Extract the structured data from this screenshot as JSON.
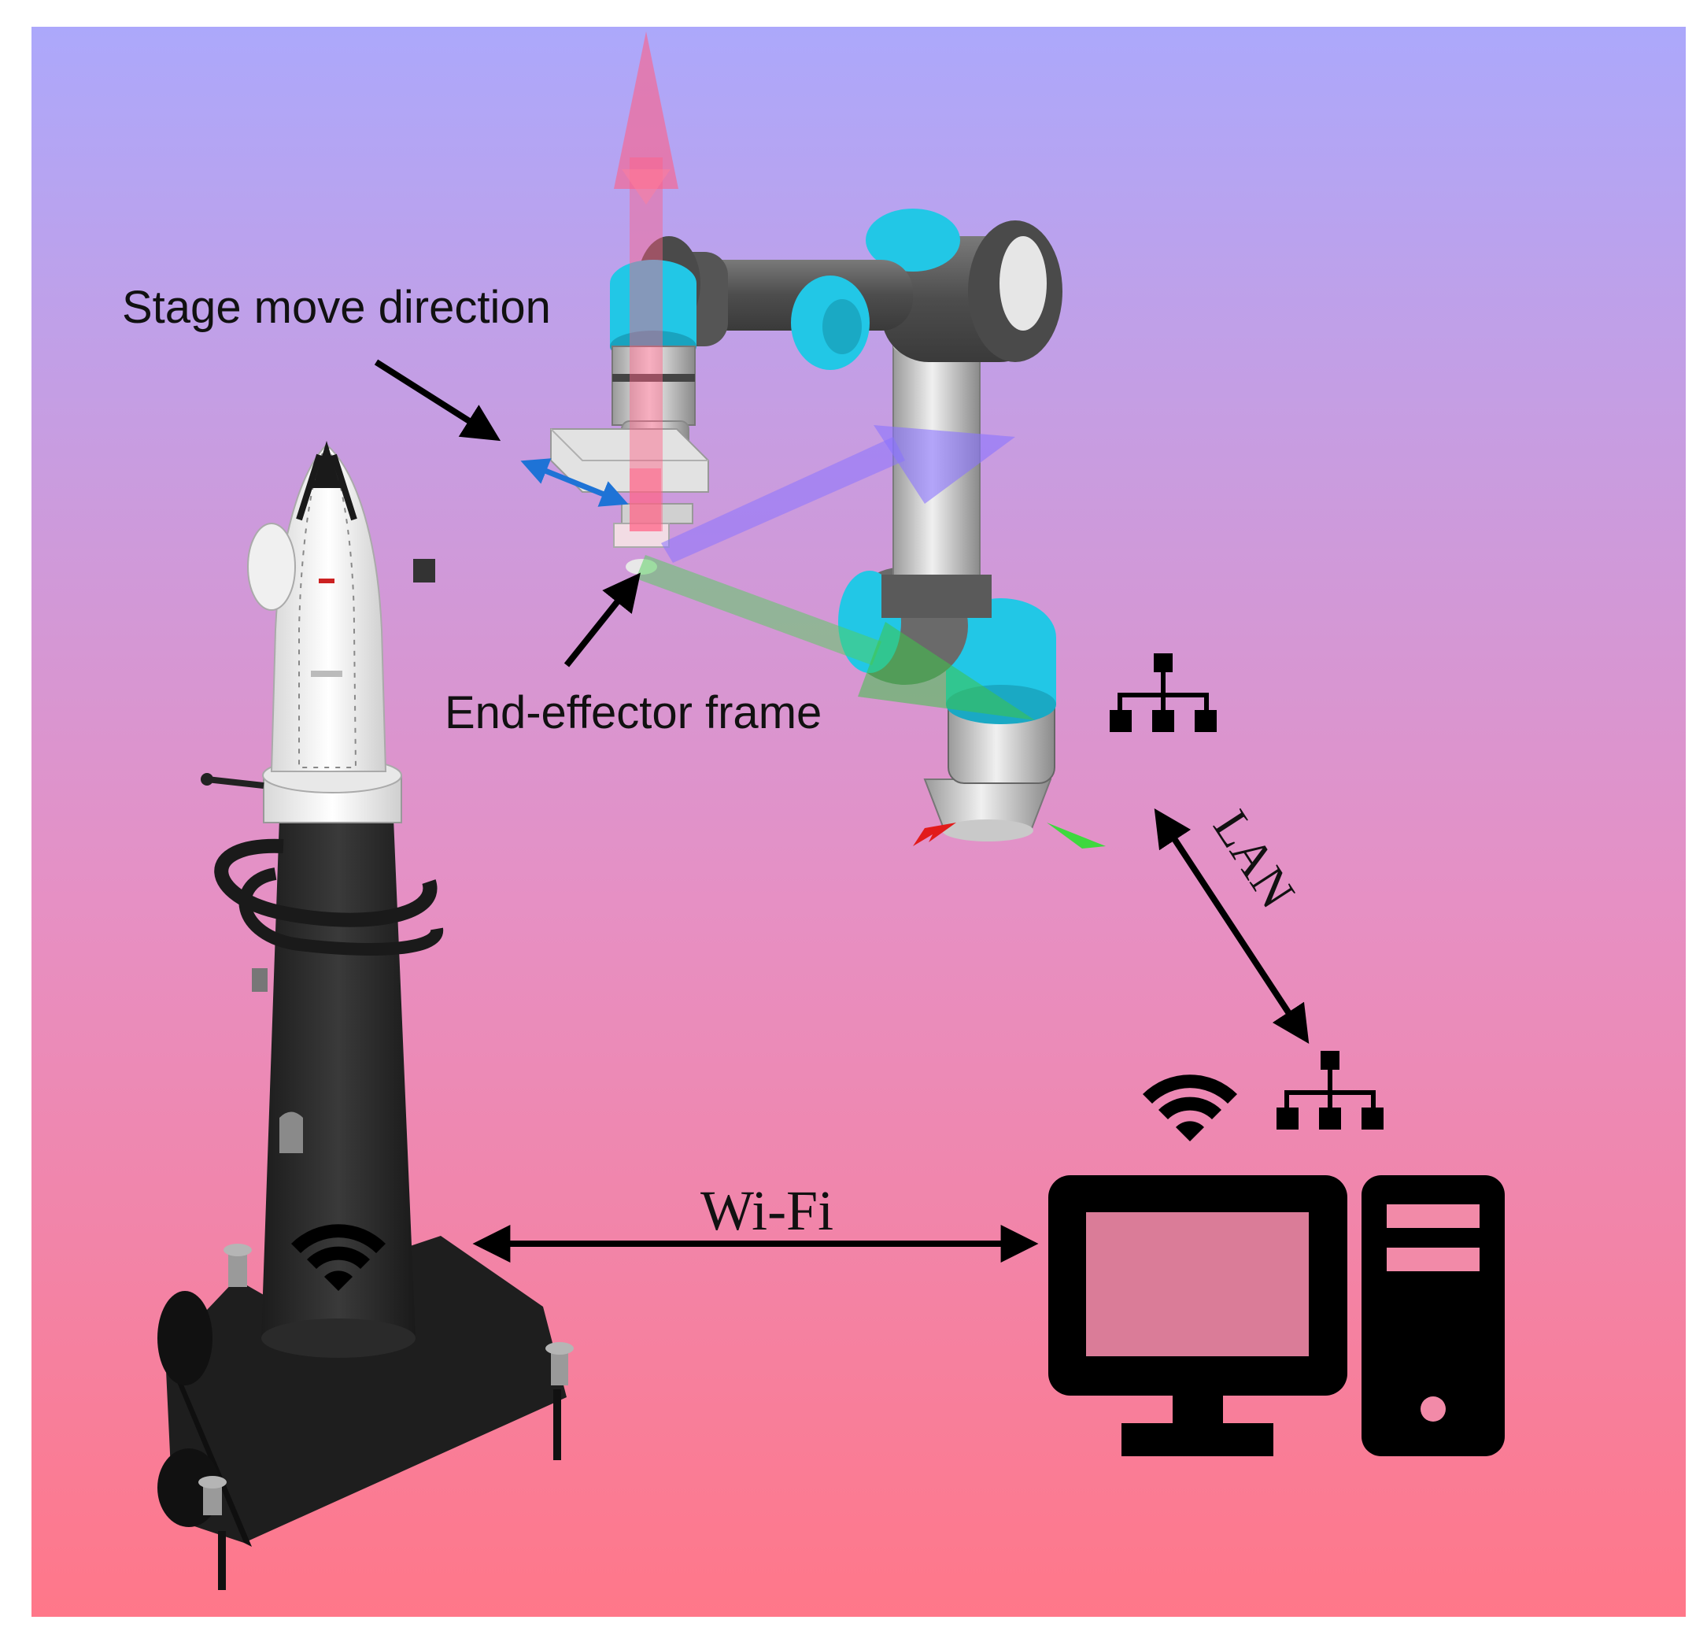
{
  "labels": {
    "stage_move_direction": "Stage move direction",
    "end_effector_frame": "End-effector frame",
    "lan": "LAN",
    "wifi": "Wi-Fi"
  },
  "colors": {
    "bg_top": "#aca8fb",
    "bg_bottom": "#ff7789",
    "robot_joint": "#22c7e6",
    "robot_link_dark": "#595959",
    "robot_link_light": "#d4d4d4",
    "tracker_stand": "#2a2a2a",
    "tracker_head": "#f2f2f2",
    "axis_z": "#ff5f86",
    "axis_y": "#8a73ff",
    "axis_x": "#52d05a",
    "stage_arrow": "#1e73d6",
    "icon": "#000000"
  },
  "icons": [
    "network-icon",
    "wifi-icon",
    "monitor-icon",
    "pc-tower-icon",
    "laser-tracker",
    "robot-arm"
  ]
}
